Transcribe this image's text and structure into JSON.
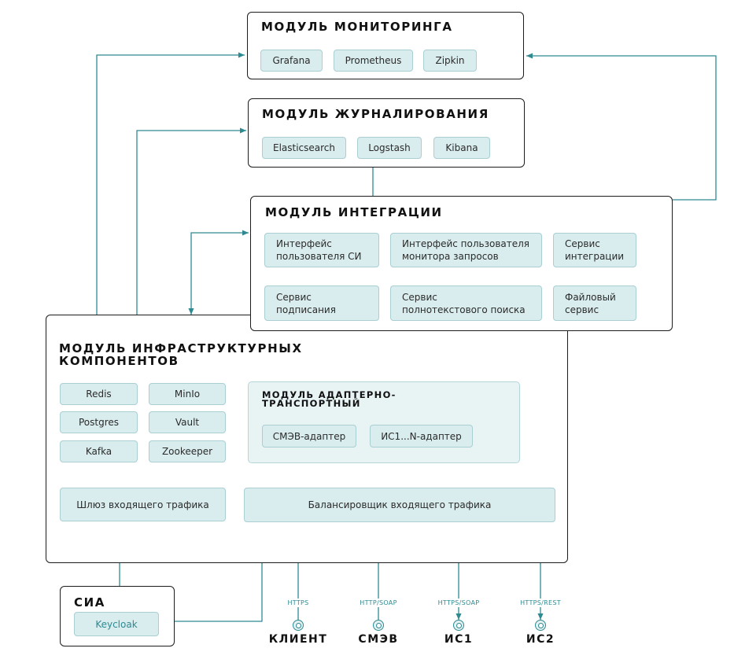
{
  "monitoring": {
    "title": "МОДУЛЬ МОНИТОРИНГА",
    "items": [
      "Grafana",
      "Prometheus",
      "Zipkin"
    ]
  },
  "logging": {
    "title": "МОДУЛЬ ЖУРНАЛИРОВАНИЯ",
    "items": [
      "Elasticsearch",
      "Logstash",
      "Kibana"
    ]
  },
  "integration": {
    "title": "МОДУЛЬ ИНТЕГРАЦИИ",
    "items": [
      "Интерфейс\nпользователя СИ",
      "Интерфейс пользователя\nмонитора запросов",
      "Сервис\nинтеграции",
      "Сервис\nподписания",
      "Сервис\nполнотекстового поиска",
      "Файловый\nсервис"
    ]
  },
  "infrastructure": {
    "title_line1": "МОДУЛЬ ИНФРАСТРУКТУРНЫХ",
    "title_line2": "КОМПОНЕНТОВ",
    "items": [
      "Redis",
      "MinIo",
      "Postgres",
      "Vault",
      "Kafka",
      "Zookeeper"
    ],
    "gateway": "Шлюз входящего трафика",
    "balancer": "Балансировщик входящего трафика",
    "adapter_module": {
      "title_line1": "МОДУЛЬ АДАПТЕРНО-",
      "title_line2": "ТРАНСПОРТНЫЙ",
      "items": [
        "СМЭВ-адаптер",
        "ИС1...N-адаптер"
      ]
    }
  },
  "sia": {
    "title": "СИА",
    "item": "Keycloak"
  },
  "external": [
    {
      "name": "КЛИЕНТ",
      "protocol": "HTTPS"
    },
    {
      "name": "СМЭВ",
      "protocol": "HTTP/SOAP"
    },
    {
      "name": "ИС1",
      "protocol": "HTTPS/SOAP"
    },
    {
      "name": "ИС2",
      "protocol": "HTTPS/REST"
    }
  ],
  "colors": {
    "connector": "#2e8a91",
    "chip_fill": "#d9ecee",
    "border": "#1c1c1c"
  }
}
